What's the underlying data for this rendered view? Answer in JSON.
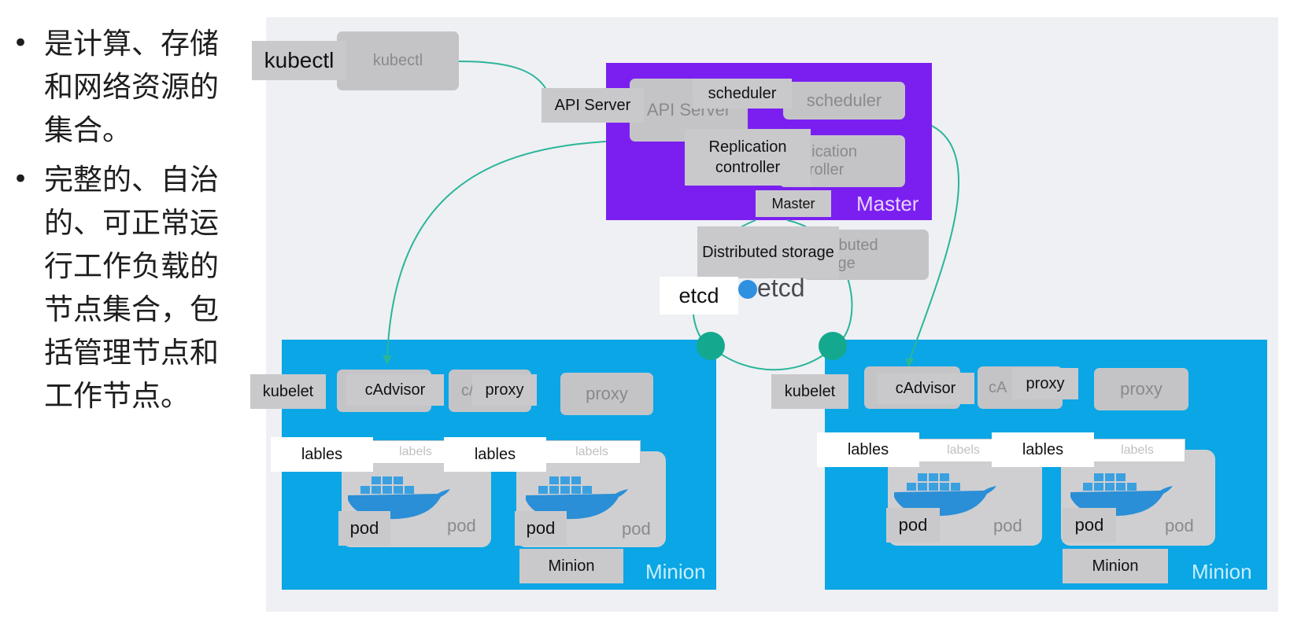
{
  "bullets": [
    "是计算、存储和网络资源的集合。",
    "完整的、自治的、可正常运行工作负载的节点集合，包括管理节点和工作节点。"
  ],
  "diagram": {
    "kubectl_tag": "kubectl",
    "kubectl_label": "kubectl",
    "master": {
      "panel_word": "Master",
      "label": "Master",
      "api_server_tag": "API Server",
      "api_server_label": "API Server",
      "scheduler_tag": "scheduler",
      "scheduler_label": "scheduler",
      "replication_tag": "Replication controller",
      "replication_label": "Replication controller"
    },
    "storage": {
      "tag": "Distributed storage",
      "label": "Distributed storage",
      "etcd_tag": "etcd",
      "etcd_label": "etcd"
    },
    "minions": [
      {
        "panel_word": "Minion",
        "label": "Minion",
        "kubelet_label": "kubelet",
        "cadvisor_label": "cAdvisor",
        "cadvisor_tag_fragment": "c/",
        "proxy_label": "proxy",
        "proxy_tag": "proxy",
        "pods": [
          {
            "lables_label": "lables",
            "labels_tag": "labels",
            "pod_label": "pod",
            "pod_tag": "pod"
          },
          {
            "lables_label": "lables",
            "labels_tag": "labels",
            "pod_label": "pod",
            "pod_tag": "pod"
          }
        ]
      },
      {
        "panel_word": "Minion",
        "label": "Minion",
        "kubelet_label": "kubelet",
        "cadvisor_label": "cAdvisor",
        "cadvisor_tag_fragment": "cA",
        "proxy_label": "proxy",
        "proxy_tag": "proxy",
        "pods": [
          {
            "lables_label": "lables",
            "labels_tag": "labels",
            "pod_label": "pod",
            "pod_tag": "pod"
          },
          {
            "lables_label": "lables",
            "labels_tag": "labels",
            "pod_label": "pod",
            "pod_tag": "pod"
          }
        ]
      }
    ],
    "colors": {
      "master": "#7b1ff0",
      "minion": "#0aa6e6",
      "wire": "#2bb59a",
      "node": "#14a98f",
      "etcd_logo": "#2f8fe0"
    },
    "icons": [
      "docker-whale-icon",
      "etcd-logo-icon"
    ]
  }
}
